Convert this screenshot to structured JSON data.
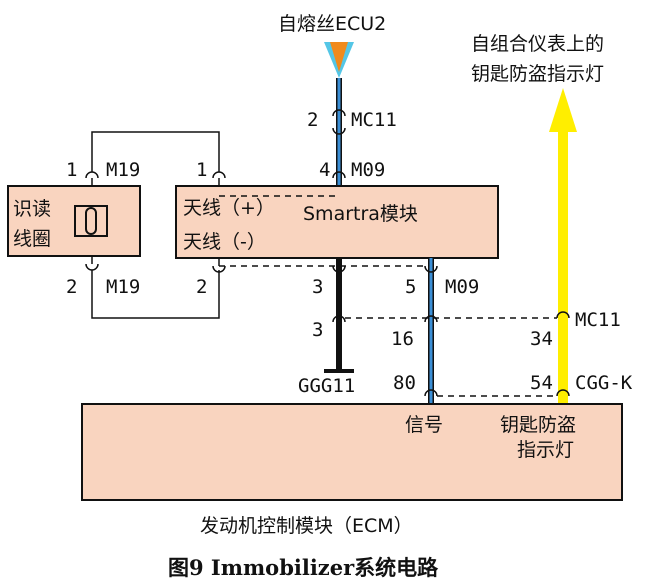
{
  "title_top": "自熔丝ECU2",
  "arrow_right_label": [
    "自组合仪表上的",
    "钥匙防盗指示灯"
  ],
  "coil_box": {
    "line1": "识读",
    "line2": "线圈"
  },
  "smartra": {
    "line1": "天线（+）",
    "line2": "天线（-）",
    "name": "Smartra模块"
  },
  "connectors": {
    "mc11_top": {
      "pin": "2",
      "name": "MC11"
    },
    "m09_top": {
      "pin": "4",
      "name": "M09"
    },
    "m19_top": {
      "pin": "1",
      "name": "M19"
    },
    "m19_bottom": {
      "pin": "2",
      "name": "M19"
    },
    "smartra_pin1": "1",
    "smartra_pin2": "2",
    "pin3_upper": "3",
    "pin3_lower": "3",
    "m09_bottom": {
      "pin": "5",
      "name": "M09"
    },
    "pin16": "16",
    "pin80": "80",
    "mc11_bottom": {
      "pin": "34",
      "name": "MC11"
    },
    "cgg": {
      "pin": "54",
      "name": "CGG-K"
    },
    "ground": "GGG11"
  },
  "ecm": {
    "signal_label": "信号",
    "indicator_line1": "钥匙防盗",
    "indicator_line2": "指示灯",
    "name": "发动机控制模块（ECM）"
  },
  "caption": "图9   Immobilizer系统电路",
  "colors": {
    "box_fill": "#f9d4bf",
    "blue_wire": "#3b8fd6",
    "yellow_wire": "#ffee00",
    "orange_arrow": "#f08a1c",
    "cyan_arrow": "#54c6e6"
  }
}
